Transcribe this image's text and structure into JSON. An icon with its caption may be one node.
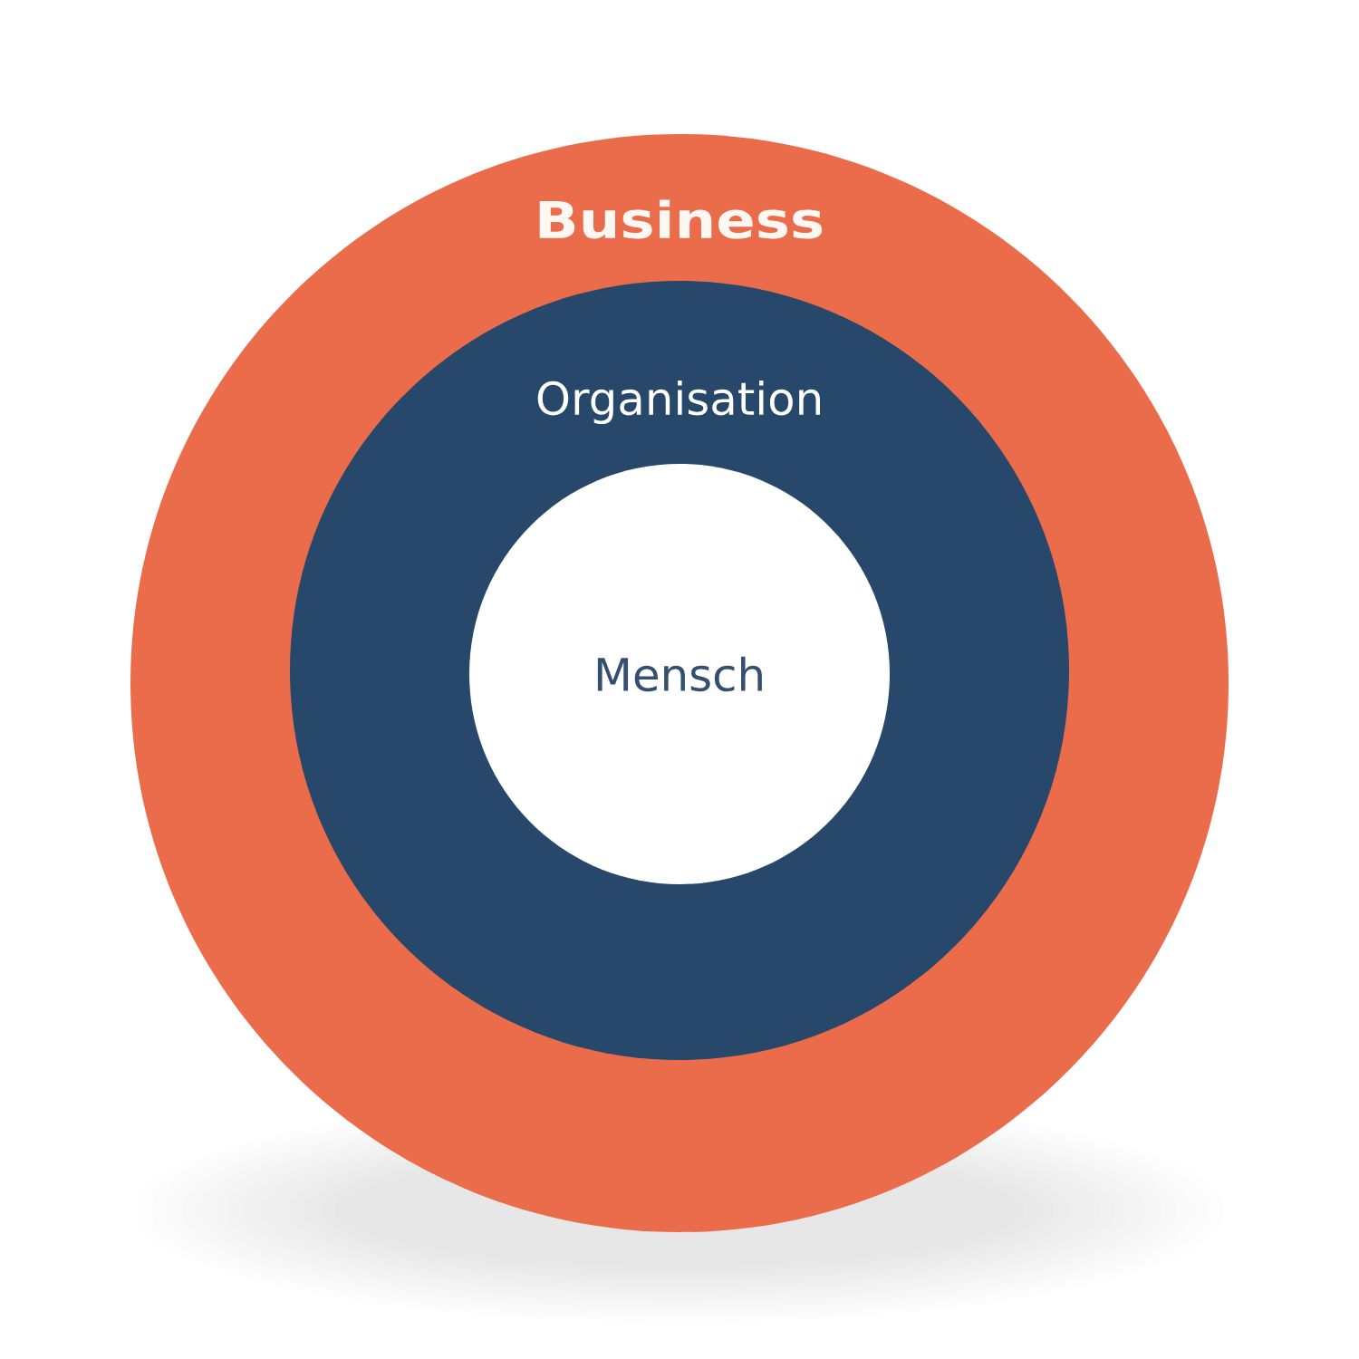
{
  "diagram": {
    "nodes": [
      {
        "text": [
          "Business"
        ]
      },
      {
        "text": [
          "Organisation"
        ],
        "in": 0
      },
      {
        "text": [
          "Mensch"
        ],
        "in": 1
      }
    ]
  }
}
